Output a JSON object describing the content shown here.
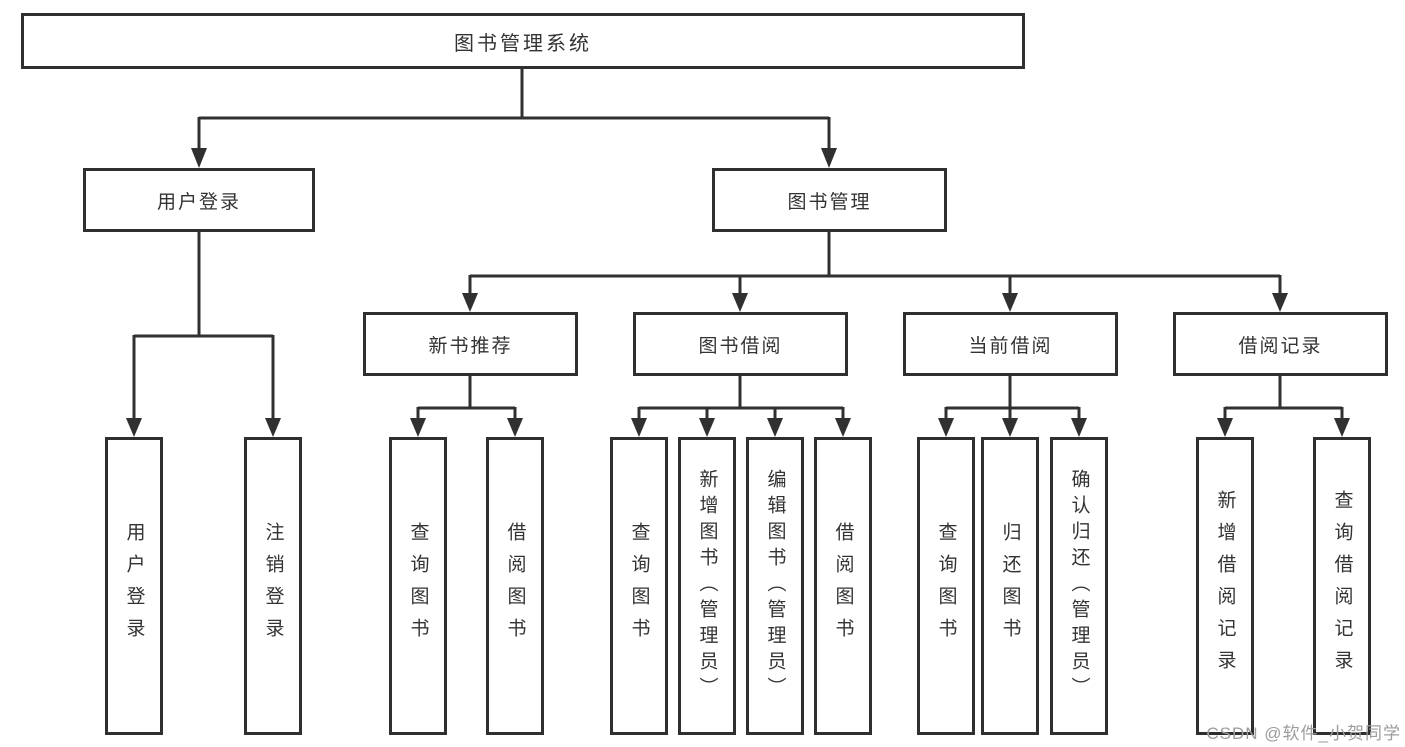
{
  "diagram": {
    "root": {
      "label": "图书管理系统"
    },
    "branches": [
      {
        "label": "用户登录",
        "children": [
          {
            "label": "用户登录"
          },
          {
            "label": "注销登录"
          }
        ]
      },
      {
        "label": "图书管理",
        "sections": [
          {
            "label": "新书推荐",
            "children": [
              {
                "label": "查询图书"
              },
              {
                "label": "借阅图书"
              }
            ]
          },
          {
            "label": "图书借阅",
            "children": [
              {
                "label": "查询图书"
              },
              {
                "label": "新增图书（管理员）"
              },
              {
                "label": "编辑图书（管理员）"
              },
              {
                "label": "借阅图书"
              }
            ]
          },
          {
            "label": "当前借阅",
            "children": [
              {
                "label": "查询图书"
              },
              {
                "label": "归还图书"
              },
              {
                "label": "确认归还（管理员）"
              }
            ]
          },
          {
            "label": "借阅记录",
            "children": [
              {
                "label": "新增借阅记录"
              },
              {
                "label": "查询借阅记录"
              }
            ]
          }
        ]
      }
    ],
    "colors": {
      "line": "#303030",
      "border": "#2f2f2f",
      "text": "#333333",
      "watermark": "#9c9c9c",
      "background": "#ffffff"
    }
  },
  "watermark": {
    "text": "CSDN @软件_小贺同学"
  }
}
